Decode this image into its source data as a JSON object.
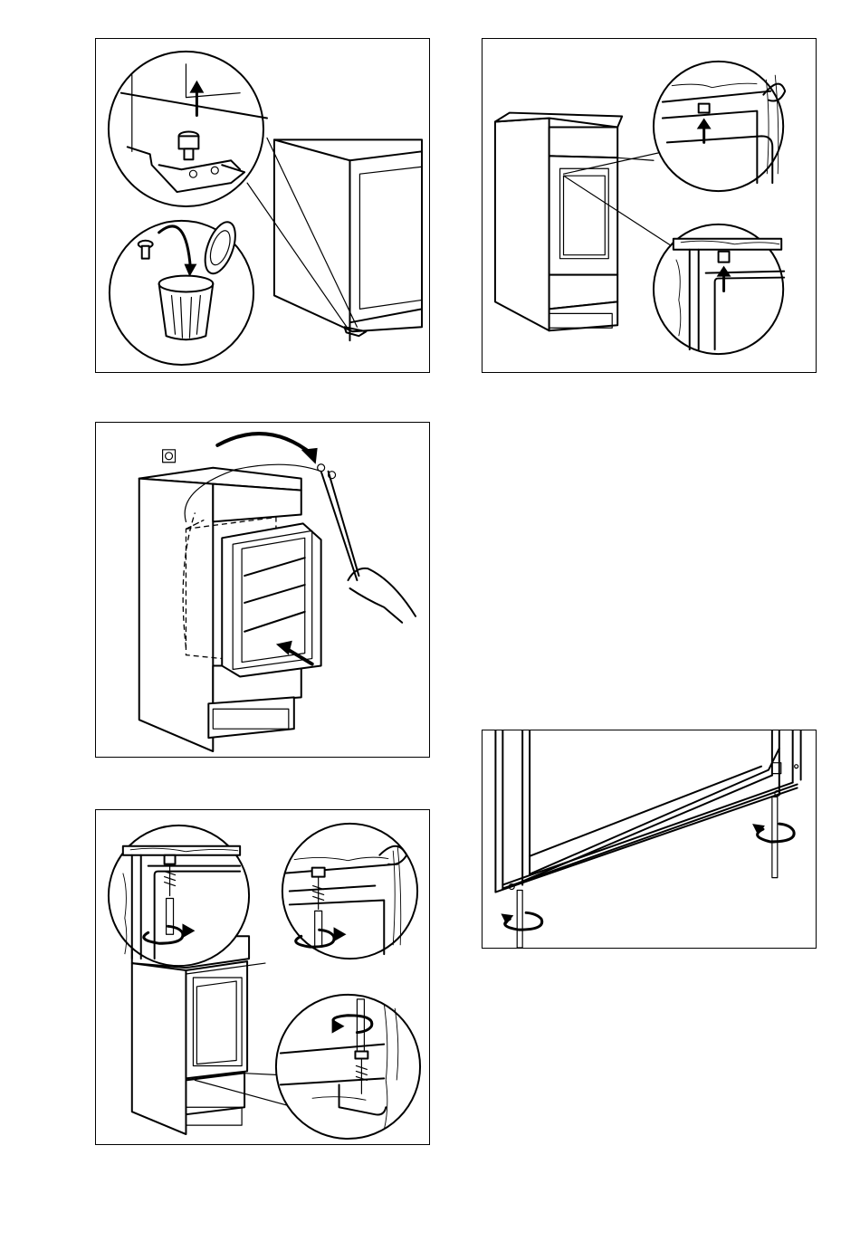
{
  "page": {
    "figures": [
      {
        "id": "fig-remove-hinge-pin",
        "icons": [
          "arrow-up-icon",
          "hinge-pin-icon",
          "waste-bin-icon",
          "curved-arrow-icon"
        ]
      },
      {
        "id": "fig-install-cabinet-clips",
        "icons": [
          "arrow-up-icon",
          "clip-icon"
        ]
      },
      {
        "id": "fig-push-appliance-into-niche",
        "icons": [
          "power-socket-icon",
          "cable-icon",
          "curved-arrow-icon",
          "hand-icon",
          "push-arrow-icon"
        ]
      },
      {
        "id": "fig-door-adjust-screws",
        "icons": [
          "rotate-arrow-icon",
          "screwdriver-icon"
        ]
      },
      {
        "id": "fig-fix-screws",
        "icons": [
          "screw-icon",
          "rotate-arrow-icon",
          "screwdriver-icon"
        ]
      }
    ]
  }
}
